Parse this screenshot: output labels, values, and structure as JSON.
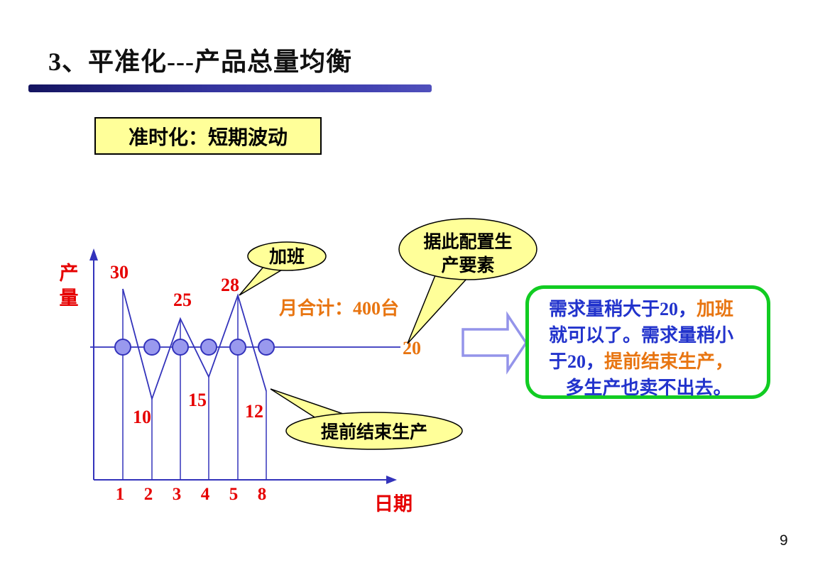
{
  "slide": {
    "title": "3、平准化---产品总量均衡",
    "page_number": "9"
  },
  "jit_box": {
    "label": "准时化：短期波动"
  },
  "chart_data": {
    "type": "line",
    "title": "",
    "xlabel": "日期",
    "ylabel": "产量",
    "x_tick_labels": [
      "1",
      "2",
      "3",
      "4",
      "5",
      "8"
    ],
    "x": [
      1,
      2,
      3,
      4,
      5,
      8
    ],
    "values": [
      30,
      10,
      25,
      15,
      28,
      12
    ],
    "value_labels": [
      "30",
      "10",
      "25",
      "15",
      "28",
      "12"
    ],
    "target_line_value": 20,
    "target_label": "20",
    "monthly_total_label": "月合计：400台",
    "ylim": [
      0,
      35
    ],
    "grid": "off",
    "notes": "zigzag demand line with vertical drop lines per day; dots mark level production of 20 units on horizontal target line"
  },
  "callouts": {
    "overtime": {
      "text": "加班"
    },
    "configure": {
      "lines": [
        "据此配置生",
        "产要素"
      ]
    },
    "early_end": {
      "text": "提前结束生产"
    }
  },
  "note": {
    "parts": [
      {
        "text": "需求量稍大于20，",
        "color": "blue"
      },
      {
        "text": "加班",
        "color": "orange"
      },
      {
        "text": "就可以了。需求量稍小于20，",
        "color": "blue"
      },
      {
        "text": "提前结束生产，",
        "color": "orange"
      },
      {
        "text": "多生产也卖不出去。",
        "color": "blue"
      }
    ]
  },
  "colors": {
    "label_red": "#e60000",
    "accent_orange": "#e87511",
    "note_blue": "#2233cc",
    "line_blue": "#3333bb",
    "node_fill": "#9999ee",
    "callout_yellow": "#ffff99",
    "green_border": "#11cc22",
    "arrow_outline": "#9494ea"
  }
}
